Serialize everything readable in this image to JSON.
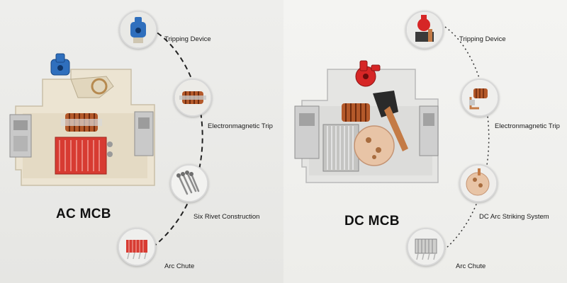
{
  "ac": {
    "title": "AC MCB",
    "callouts": [
      "Tripping Device",
      "Electronmagnetic Trip",
      "Six Rivet Construction",
      "Arc Chute"
    ]
  },
  "dc": {
    "title": "DC MCB",
    "callouts": [
      "Tripping Device",
      "Electronmagnetic Trip",
      "DC Arc Striking System",
      "Arc Chute"
    ]
  },
  "colors": {
    "ac_handle": "#2f6fbd",
    "dc_handle": "#d62626",
    "arc_chute": "#d73b32",
    "coil": "#b4592a",
    "housing": "#ece3cf"
  }
}
